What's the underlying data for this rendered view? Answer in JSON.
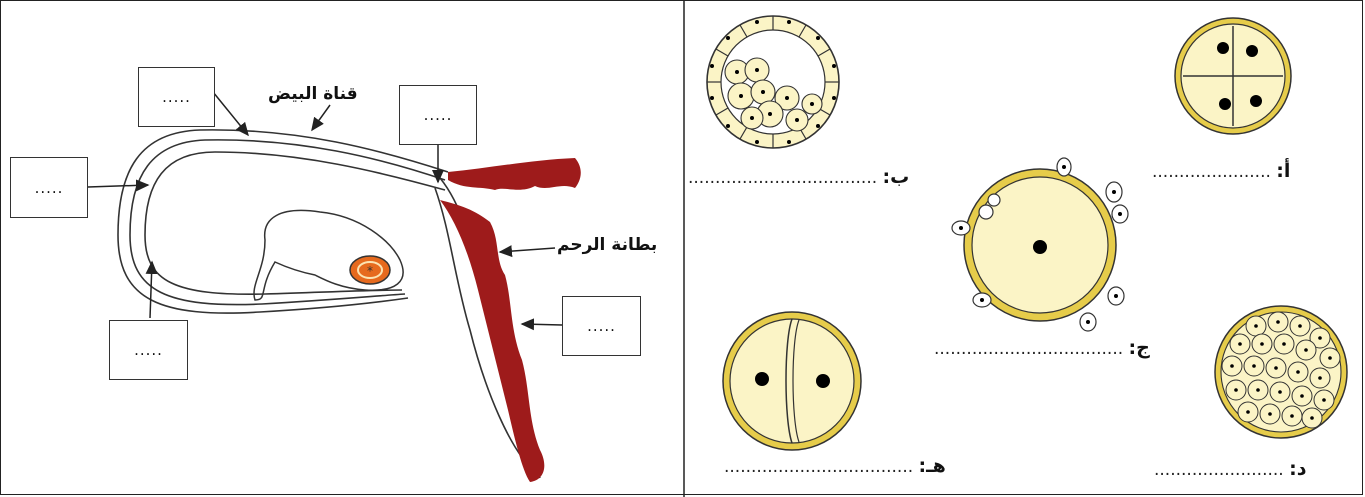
{
  "left_panel": {
    "labels": {
      "oviduct": "قناة البيض",
      "endometrium": "بطانة الرحم"
    },
    "boxes": [
      ".....",
      ".....",
      ".....",
      ".....",
      "....."
    ]
  },
  "right_panel": {
    "stages": [
      {
        "letter": "أ:",
        "dots": "......................"
      },
      {
        "letter": "ب:",
        "dots": "..................................."
      },
      {
        "letter": "ج:",
        "dots": "..................................."
      },
      {
        "letter": "د:",
        "dots": "........................"
      },
      {
        "letter": "هـ:",
        "dots": "..................................."
      }
    ]
  },
  "colors": {
    "cell_fill": "#fbf4c6",
    "cell_ring": "#e6cc4a",
    "tissue": "#9e1b1b",
    "embryo": "#e66a1e",
    "line": "#333333"
  }
}
